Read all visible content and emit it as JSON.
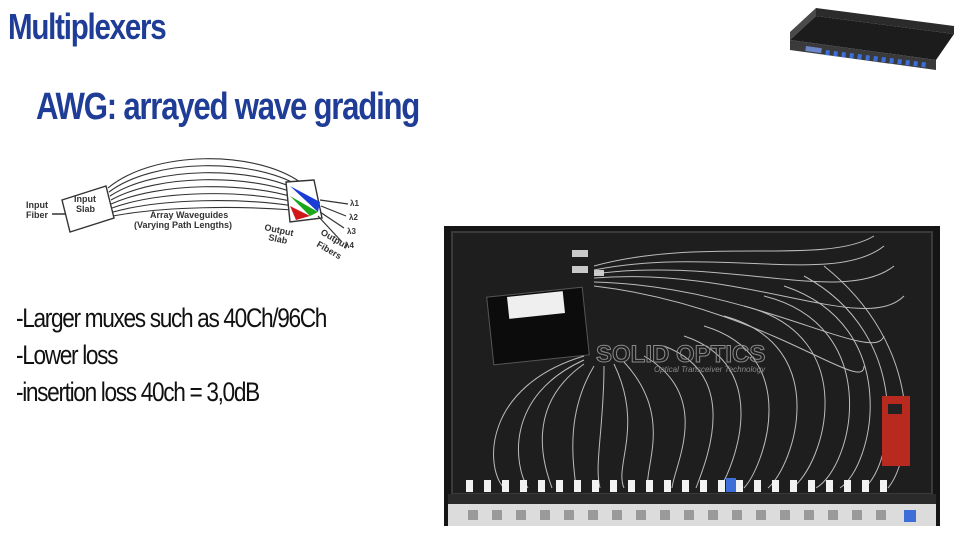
{
  "slide": {
    "title": "Multiplexers",
    "subtitle": "AWG: arrayed wave grading",
    "bullets": [
      "-Larger muxes such as 40Ch/96Ch",
      "-Lower loss",
      "-insertion loss 40ch = 3,0dB"
    ]
  },
  "diagram": {
    "input_fiber_line1": "Input",
    "input_fiber_line2": "Fiber",
    "input_slab_line1": "Input",
    "input_slab_line2": "Slab",
    "array_label_line1": "Array Waveguides",
    "array_label_line2": "(Varying Path Lengths)",
    "output_slab_line1": "Output",
    "output_slab_line2": "Slab",
    "output_fibers_line1": "Output",
    "output_fibers_line2": "Fibers",
    "lambda1": "λ1",
    "lambda2": "λ2",
    "lambda3": "λ3",
    "lambda4": "λ4"
  },
  "photo": {
    "logo_text": "SOLID OPTICS",
    "tagline": "Optical Transceiver Technology"
  },
  "colors": {
    "title": "#1f3c96",
    "text": "#111111",
    "beam_blue": "#1a3dd6",
    "beam_green": "#1aa81a",
    "beam_red": "#d01818"
  }
}
